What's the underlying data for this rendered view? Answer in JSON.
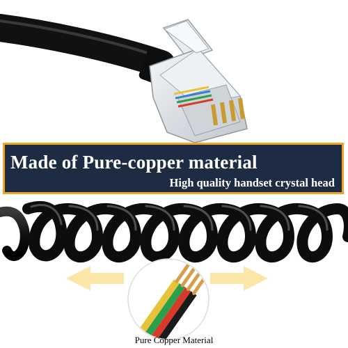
{
  "banner": {
    "title": "Made of Pure-copper material",
    "subtitle": "High quality handset crystal head"
  },
  "caption": "Pure Copper Material",
  "colors": {
    "banner_border": "#f0a523",
    "banner_fill": "#1e2c43",
    "cable": "#1a1a1a",
    "arrow": "#fbe7a8",
    "copper": "#d59e47"
  }
}
